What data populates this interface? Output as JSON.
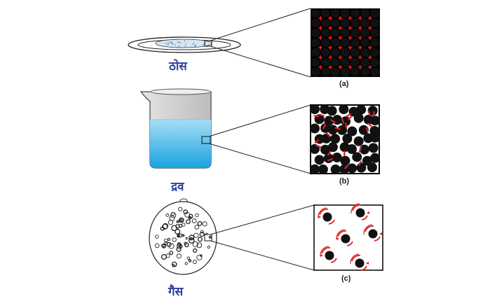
{
  "states": [
    {
      "id": "solid",
      "label": "ठोस",
      "panel_caption": "(a)",
      "arrangement": "regular lattice"
    },
    {
      "id": "liquid",
      "label": "द्रव",
      "panel_caption": "(b)",
      "arrangement": "closely packed, random"
    },
    {
      "id": "gas",
      "label": "गैस",
      "panel_caption": "(c)",
      "arrangement": "far apart, moving"
    }
  ],
  "colors": {
    "label_text": "#2a3f9e",
    "particle": "#111111",
    "motion_marker": "#e02020",
    "liquid_top": "#9fdcf5",
    "liquid_bottom": "#1aa7e6",
    "beaker_glass": "#d4d4d4",
    "balloon_fill": "#ffffff"
  }
}
